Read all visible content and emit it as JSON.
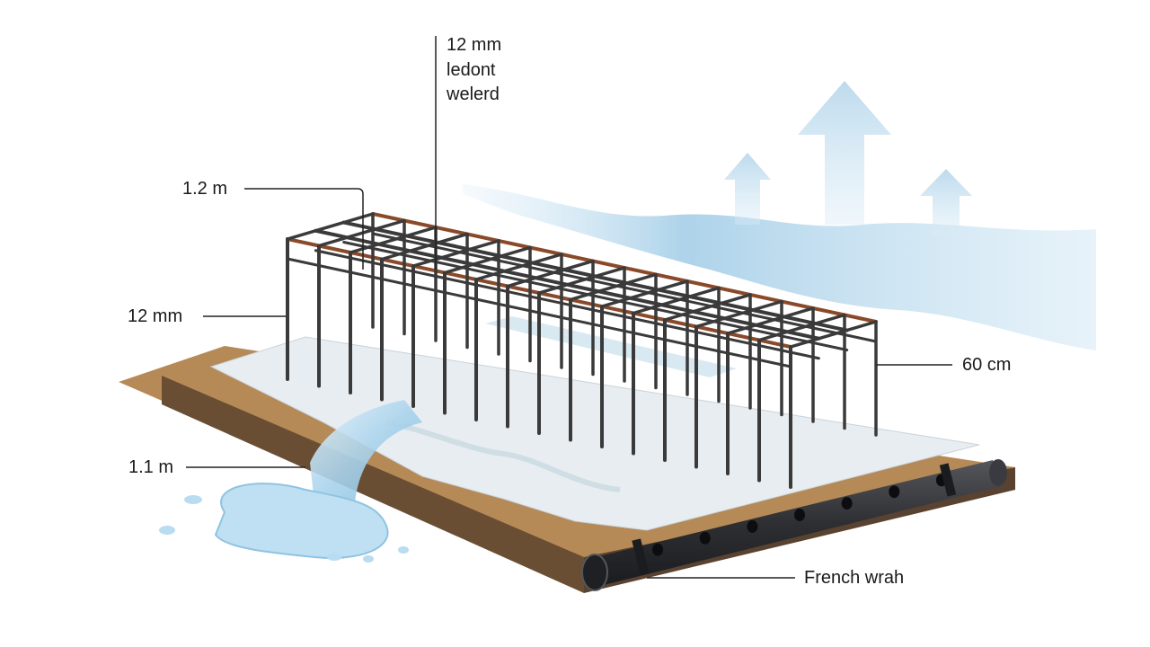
{
  "callouts": {
    "top_size": "12 mm",
    "top_line2": "ledont",
    "top_line3": "welerd",
    "length": "1.2 m",
    "bar_diameter": "12 mm",
    "depth": "60 cm",
    "width": "1.1 m",
    "drain": "French wrah"
  },
  "colors": {
    "rebar": "#3a3a3a",
    "rust_bar": "#8a4a2a",
    "soil": "#a87a4a",
    "membrane": "#e8edf1",
    "water": "#9fcbe6",
    "pipe": "#2e2f33"
  },
  "icons": [
    "upward-arrow-icon",
    "upward-arrow-icon",
    "upward-arrow-icon"
  ]
}
